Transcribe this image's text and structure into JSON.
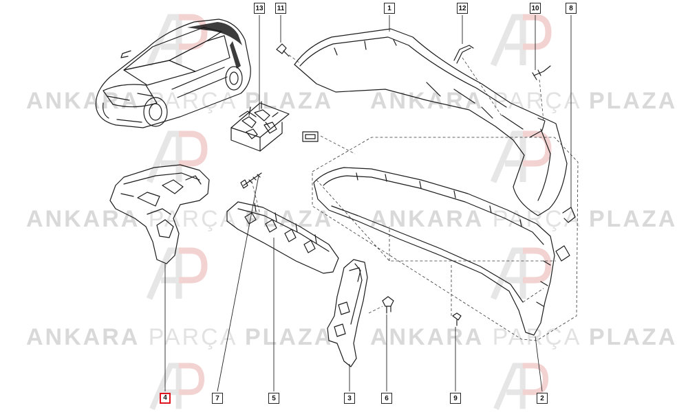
{
  "watermark": {
    "part1": "ANKARA",
    "part2": "PARÇA",
    "part3": "PLAZA",
    "monogram": "AP",
    "color": "#d9d9d9"
  },
  "selected_part": "4",
  "highlight_color": "#e0141e",
  "callouts": [
    {
      "id": "13",
      "label": "13"
    },
    {
      "id": "11",
      "label": "11"
    },
    {
      "id": "1",
      "label": "1"
    },
    {
      "id": "12",
      "label": "12"
    },
    {
      "id": "10",
      "label": "10"
    },
    {
      "id": "8",
      "label": "8"
    },
    {
      "id": "4",
      "label": "4"
    },
    {
      "id": "7",
      "label": "7"
    },
    {
      "id": "5",
      "label": "5"
    },
    {
      "id": "3",
      "label": "3"
    },
    {
      "id": "6",
      "label": "6"
    },
    {
      "id": "9",
      "label": "9"
    },
    {
      "id": "2",
      "label": "2"
    }
  ]
}
